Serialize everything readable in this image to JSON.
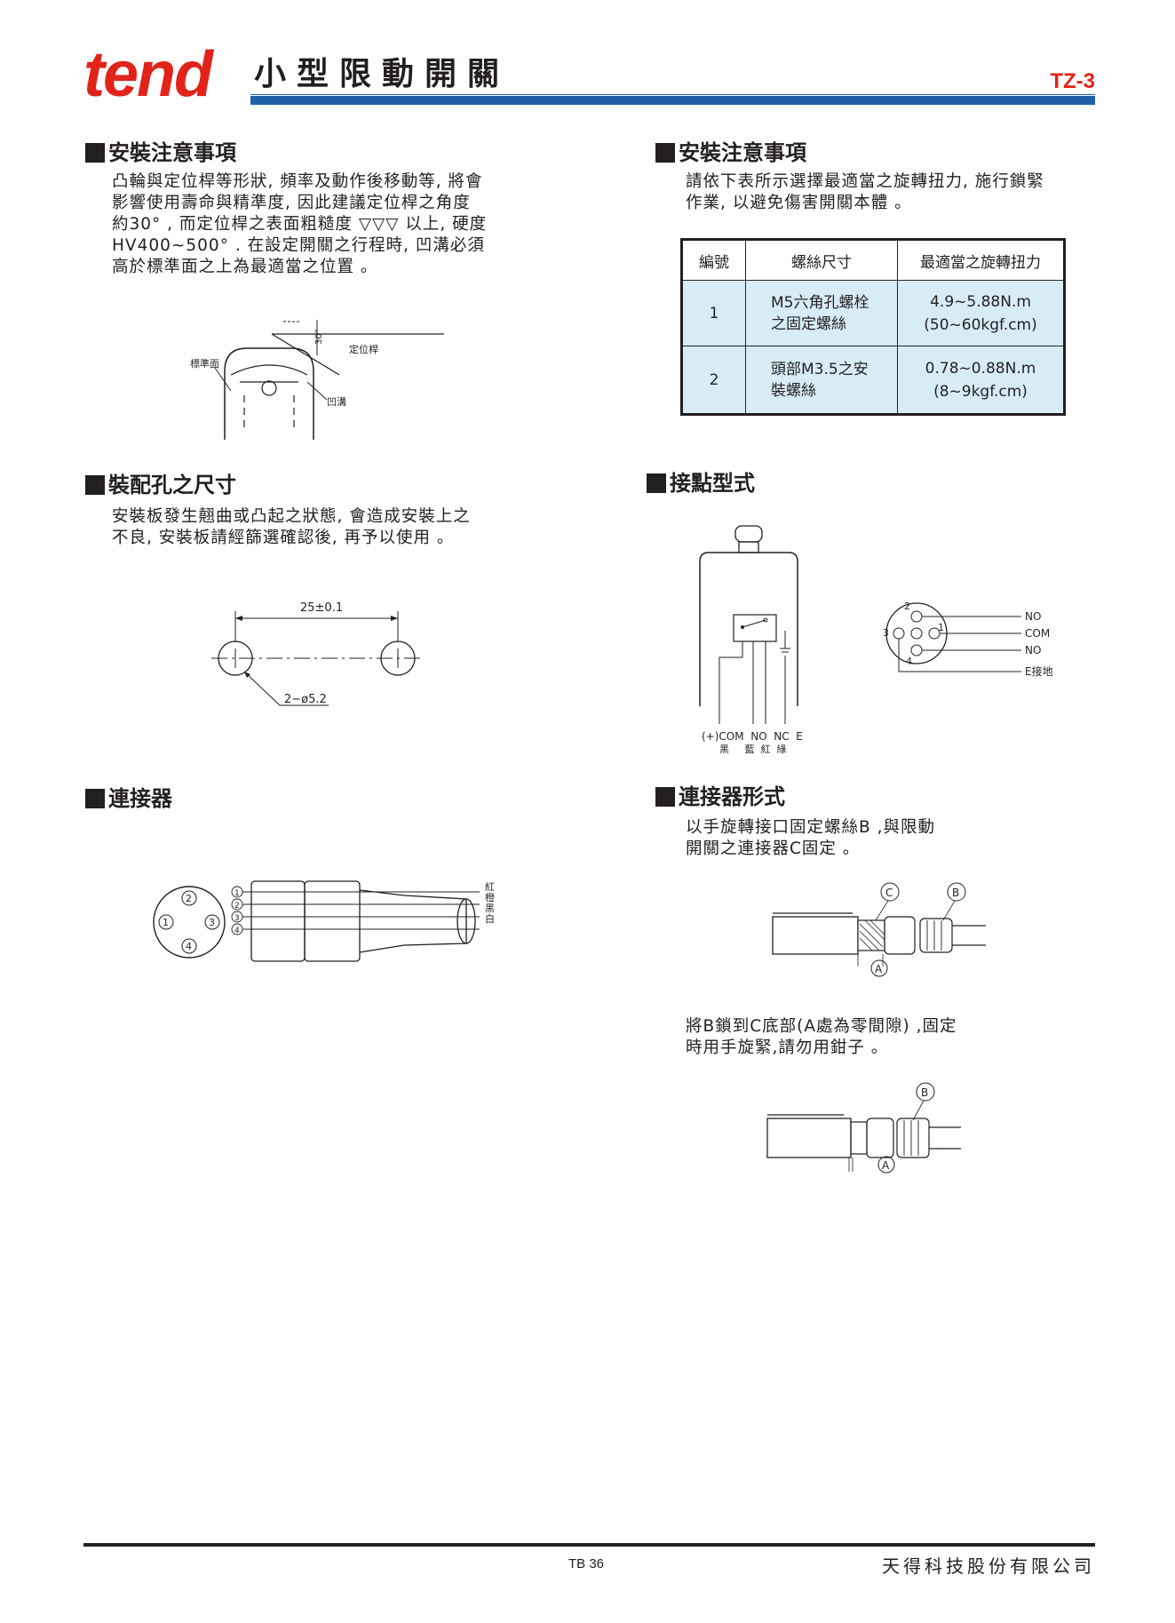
{
  "header": {
    "brand": "tend",
    "title": "小型限動開關",
    "code": "TZ-3"
  },
  "sections": {
    "install_left": {
      "title": "安裝注意事項",
      "text": "凸輪與定位桿等形狀, 頻率及動作後移動等, 將會\n影響使用壽命與精準度, 因此建議定位桿之角度\n約30° , 而定位桿之表面粗糙度 ▽▽▽ 以上, 硬度\nHV400~500° . 在設定開關之行程時, 凹溝必須\n高於標準面之上為最適當之位置 。",
      "fig_labels": {
        "angle": "30°",
        "rod": "定位桿",
        "surface": "標準面",
        "groove": "凹溝"
      }
    },
    "install_right": {
      "title": "安裝注意事項",
      "text": "請依下表所示選擇最適當之旋轉扭力, 施行鎖緊\n作業, 以避免傷害開關本體 。",
      "table": {
        "headers": [
          "編號",
          "螺絲尺寸",
          "最適當之旋轉扭力"
        ],
        "rows": [
          {
            "no": "1",
            "size": "M5六角孔螺栓\n之固定螺絲",
            "torque": "4.9~5.88N.m\n(50~60kgf.cm)"
          },
          {
            "no": "2",
            "size": "頭部M3.5之安\n裝螺絲",
            "torque": "0.78~0.88N.m\n(8~9kgf.cm)"
          }
        ]
      }
    },
    "hole": {
      "title": "裝配孔之尺寸",
      "text": "安裝板發生翹曲或凸起之狀態, 會造成安裝上之\n不良, 安裝板請經篩選確認後, 再予以使用 。",
      "fig_labels": {
        "spacing": "25±0.1",
        "dia": "2−ø5.2"
      }
    },
    "contact": {
      "title": "接點型式",
      "fig_labels": {
        "terminals": "(+)COM  NO  NC  E",
        "colors": "黑     藍  紅  綠",
        "pins": [
          "1",
          "2",
          "3",
          "4"
        ],
        "pin_labels": [
          "NO",
          "COM",
          "NO",
          "E接地"
        ]
      }
    },
    "connector": {
      "title": "連接器",
      "fig_labels": {
        "pins": [
          "1",
          "2",
          "3",
          "4"
        ],
        "wire_colors": "紅\n橙\n黑\n白"
      }
    },
    "connector_form": {
      "title": "連接器形式",
      "text": "以手旋轉接口固定螺絲B ,與限動\n開關之連接器C固定 。",
      "text2": "將B鎖到C底部(A處為零間隙) ,固定\n時用手旋緊,請勿用鉗子 。",
      "fig_labels": {
        "a": "A",
        "b": "B",
        "c": "C"
      }
    }
  },
  "footer": {
    "page": "TB 36",
    "company": "天得科技股份有限公司"
  }
}
